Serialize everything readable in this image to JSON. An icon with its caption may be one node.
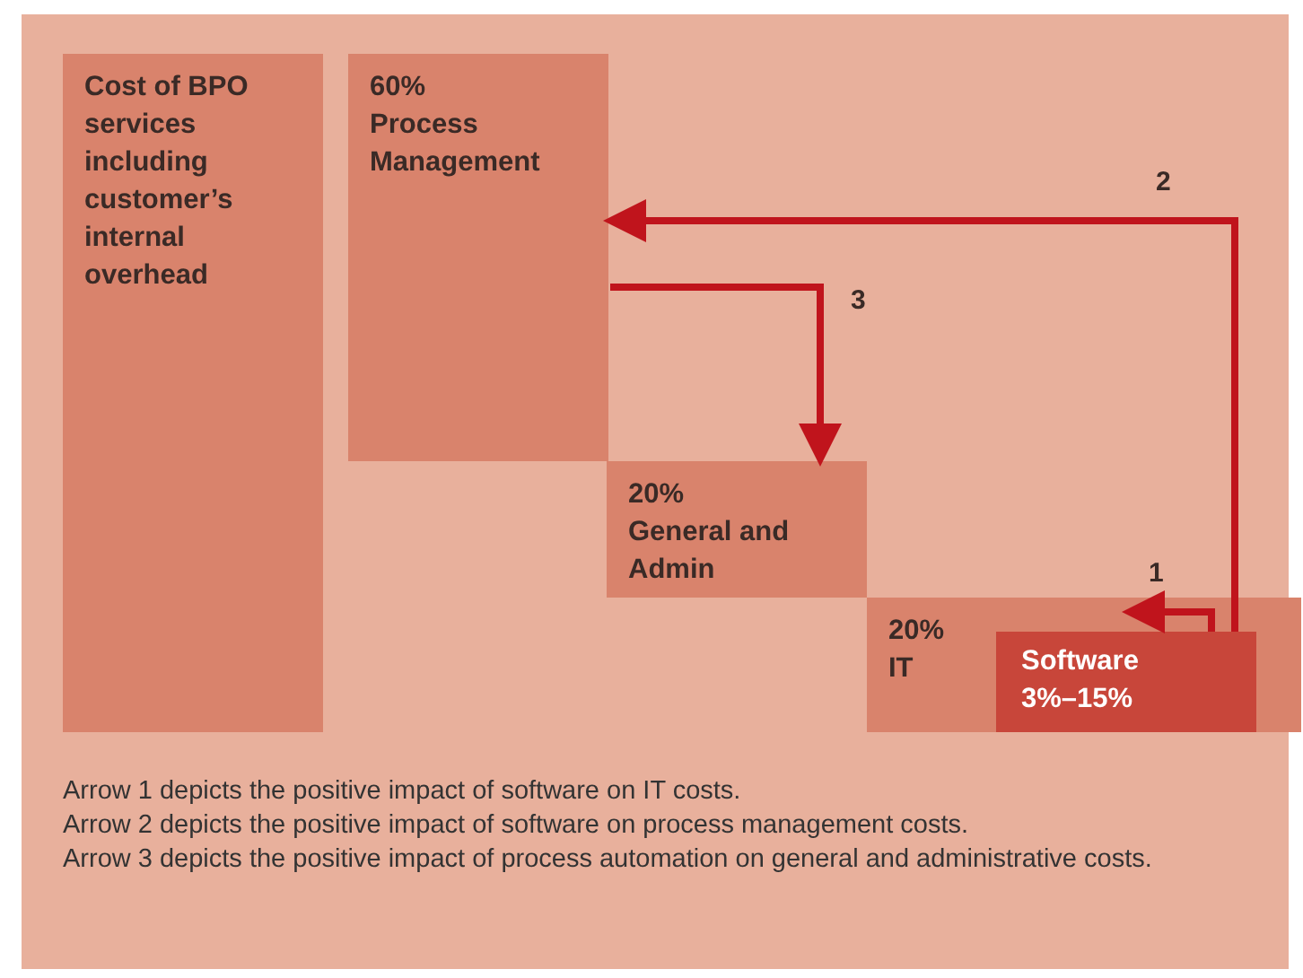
{
  "diagram": {
    "nodes": [
      {
        "text": [
          "Cost of BPO services including customer’s internal overhead"
        ]
      },
      {
        "text": [
          "60%",
          "Process Management"
        ]
      },
      {
        "text": [
          "20%",
          "General and Admin"
        ]
      },
      {
        "text": [
          "20%",
          "IT"
        ]
      },
      {
        "text": [
          "Software",
          "3%–15%"
        ],
        "in": 3
      }
    ],
    "edges": [
      {
        "from": 4,
        "to": 3,
        "arrow": "to",
        "label": "1"
      },
      {
        "from": 4,
        "to": 1,
        "arrow": "to",
        "label": "2"
      },
      {
        "from": 1,
        "to": 2,
        "arrow": "to",
        "label": "3"
      }
    ],
    "labels": [
      "Arrow 1 depicts the positive impact of software on IT costs.",
      "Arrow 2 depicts the positive impact of software on process management costs.",
      "Arrow 3 depicts the positive impact of process automation on general and administrative costs."
    ]
  }
}
